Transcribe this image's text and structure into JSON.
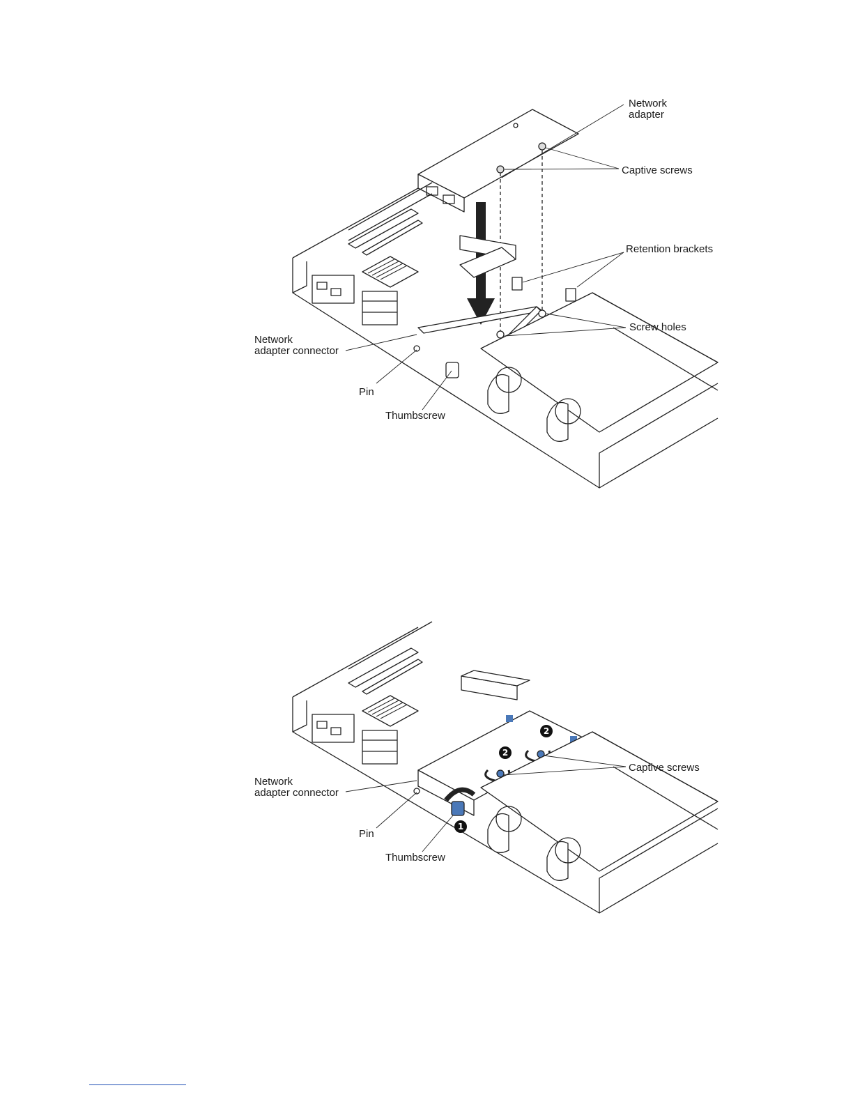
{
  "figure1": {
    "labels": {
      "network_adapter": "Network\nadapter",
      "captive_screws": "Captive screws",
      "retention_brackets": "Retention brackets",
      "screw_holes": "Screw holes",
      "network_adapter_connector": "Network\nadapter connector",
      "pin": "Pin",
      "thumbscrew": "Thumbscrew"
    }
  },
  "figure2": {
    "labels": {
      "captive_screws": "Captive screws",
      "network_adapter_connector": "Network\nadapter connector",
      "pin": "Pin",
      "thumbscrew": "Thumbscrew"
    },
    "steps": {
      "step1": "1",
      "step2a": "2",
      "step2b": "2"
    }
  },
  "colors": {
    "line": "#222222",
    "accent_blue": "#4a78b8"
  }
}
